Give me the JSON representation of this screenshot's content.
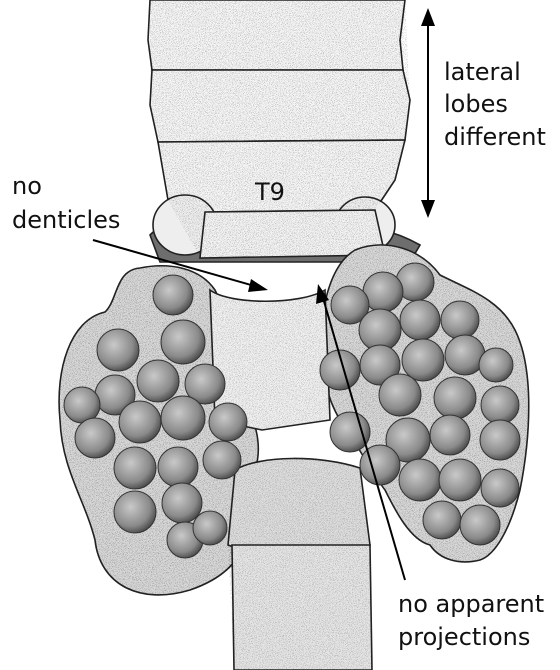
{
  "labels": {
    "segment": "T9",
    "lateral_line1": "lateral",
    "lateral_line2": "lobes",
    "lateral_line3": "different",
    "denticles_line1": "no",
    "denticles_line2": "denticles",
    "projections_line1": "no apparent",
    "projections_line2": "projections"
  }
}
